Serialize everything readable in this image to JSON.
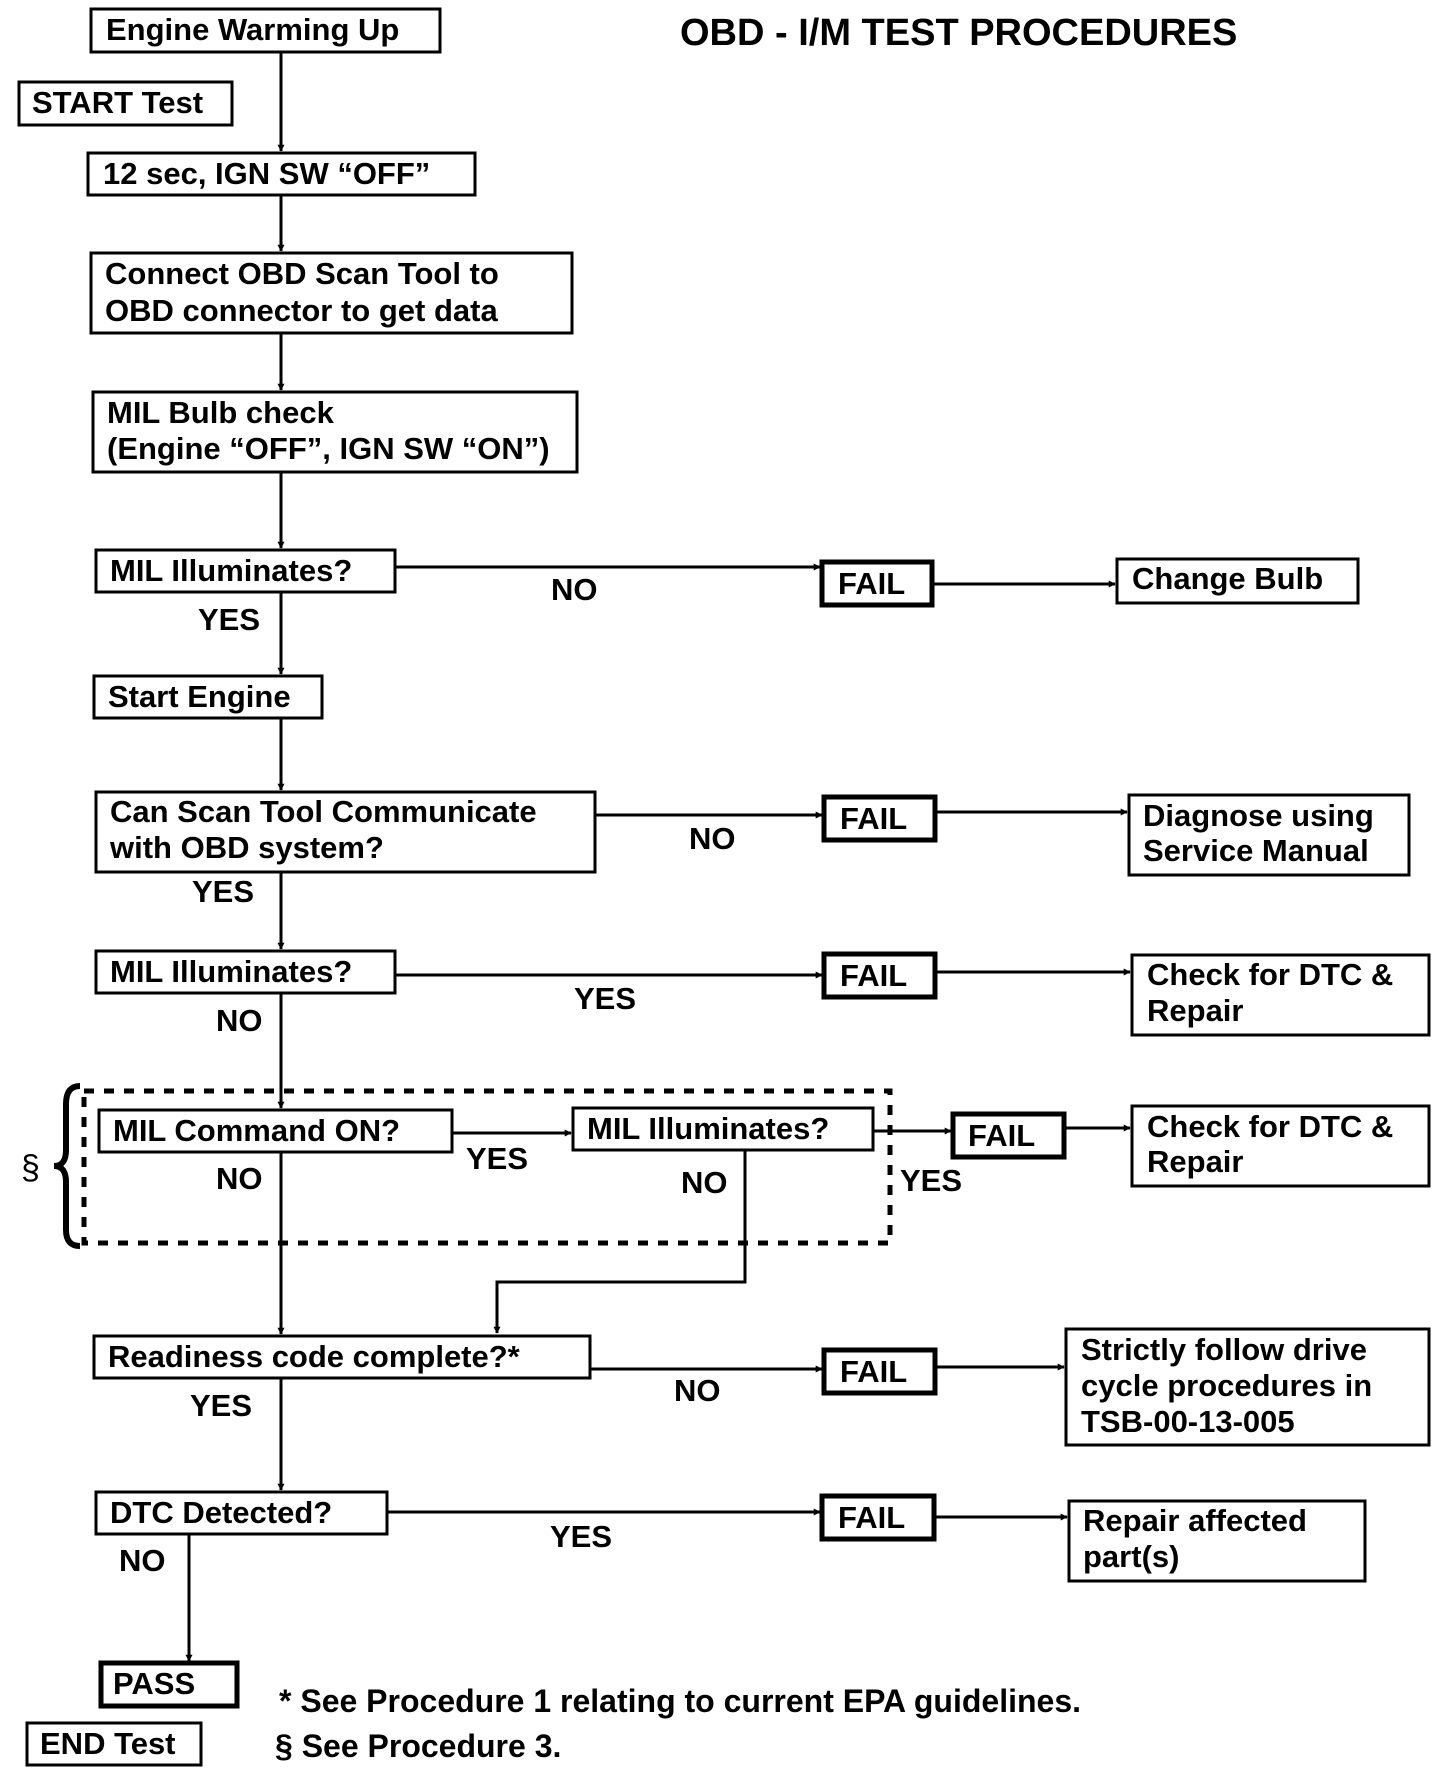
{
  "title": "OBD - I/M TEST PROCEDURES",
  "nodes": {
    "engine_warming": "Engine Warming Up",
    "start_test": "START Test",
    "ign_off": "12 sec, IGN SW “OFF”",
    "connect_1": "Connect OBD Scan Tool to",
    "connect_2": "OBD connector to get data",
    "mil_bulb_1": "MIL Bulb check",
    "mil_bulb_2": "(Engine “OFF”, IGN SW “ON”)",
    "mil_illum_1": "MIL Illuminates?",
    "start_engine": "Start Engine",
    "can_scan_1": "Can Scan Tool Communicate",
    "can_scan_2": "with OBD system?",
    "mil_illum_2": "MIL Illuminates?",
    "mil_command": "MIL Command ON?",
    "mil_illum_3": "MIL Illuminates?",
    "readiness": "Readiness code complete?*",
    "dtc_detected": "DTC Detected?",
    "pass": "PASS",
    "end_test": "END Test"
  },
  "fail_label": "FAIL",
  "outcomes": {
    "change_bulb": "Change Bulb",
    "diagnose_1": "Diagnose using",
    "diagnose_2": "Service Manual",
    "check_dtc_a_1": "Check for DTC &",
    "check_dtc_a_2": "Repair",
    "check_dtc_b_1": "Check for DTC &",
    "check_dtc_b_2": "Repair",
    "strictly_1": "Strictly follow drive",
    "strictly_2": "cycle procedures in",
    "strictly_3": "TSB-00-13-005",
    "repair_1": "Repair affected",
    "repair_2": "part(s)"
  },
  "labels": {
    "no_1": "NO",
    "yes_1": "YES",
    "no_2": "NO",
    "yes_2": "YES",
    "yes_3": "YES",
    "no_3": "NO",
    "yes_4": "YES",
    "no_4": "NO",
    "no_5": "NO",
    "yes_5": "YES",
    "no_6": "NO",
    "yes_6": "YES",
    "yes_7": "YES",
    "no_7": "NO"
  },
  "section_mark": "§",
  "footnotes": {
    "asterisk": "* See Procedure 1 relating to current EPA guidelines.",
    "section": "§ See Procedure 3."
  }
}
